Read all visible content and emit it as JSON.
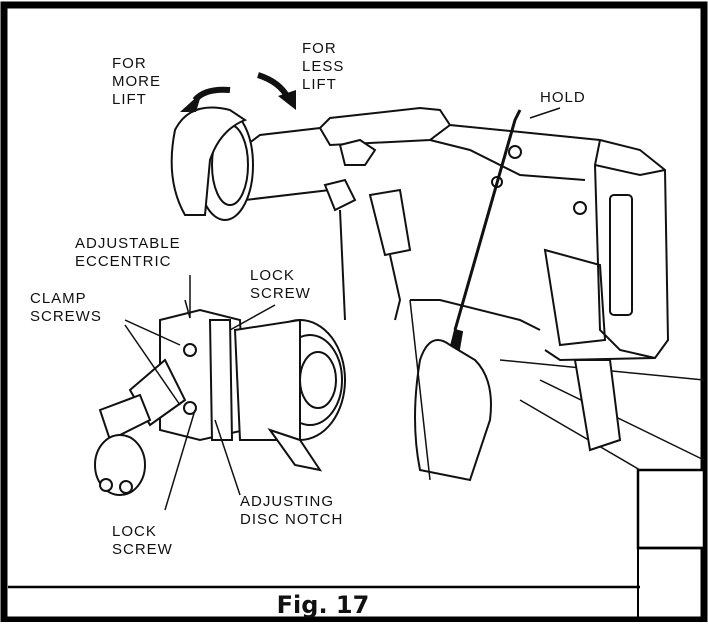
{
  "labels": {
    "more_lift": [
      "FOR",
      "MORE",
      "LIFT"
    ],
    "less_lift": [
      "FOR",
      "LESS",
      "LIFT"
    ],
    "hold": "HOLD",
    "adjustable_eccentric": [
      "ADJUSTABLE",
      "ECCENTRIC"
    ],
    "lock_screw_top": [
      "LOCK",
      "SCREW"
    ],
    "clamp_screws": [
      "CLAMP",
      "SCREWS"
    ],
    "adjusting_disc_notch": [
      "ADJUSTING",
      "DISC NOTCH"
    ],
    "lock_screw_bottom": [
      "LOCK",
      "SCREW"
    ]
  },
  "caption": "Fig. 17"
}
